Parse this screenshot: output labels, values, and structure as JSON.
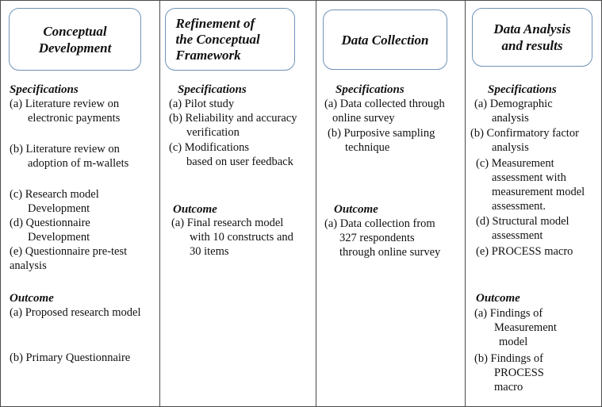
{
  "columns": [
    {
      "title": "Conceptual Development",
      "specifications_heading": "Specifications",
      "specifications": [
        [
          "(a)  Literature review on",
          "electronic payments"
        ],
        [
          "(b) Literature review on",
          "adoption of m-wallets"
        ],
        [
          "(c) Research model",
          "Development"
        ],
        [
          "(d) Questionnaire",
          "Development"
        ],
        [
          "(e) Questionnaire pre-test",
          "analysis"
        ]
      ],
      "outcome_heading": "Outcome",
      "outcome": [
        [
          "(a) Proposed research model"
        ],
        [
          "(b) Primary Questionnaire"
        ]
      ]
    },
    {
      "title_lines": [
        "Refinement of",
        "the Conceptual",
        "Framework"
      ],
      "specifications_heading": "Specifications",
      "specifications": [
        [
          "(a) Pilot study"
        ],
        [
          "(b) Reliability and accuracy",
          "verification"
        ],
        [
          "(c) Modifications",
          "based on user feedback"
        ]
      ],
      "outcome_heading": "Outcome",
      "outcome": [
        [
          "(a) Final research model",
          "with 10 constructs and",
          "30 items"
        ]
      ]
    },
    {
      "title": "Data Collection",
      "specifications_heading": "Specifications",
      "specifications": [
        [
          "(a) Data collected through",
          "online survey"
        ],
        [
          "(b) Purposive sampling",
          "technique"
        ]
      ],
      "outcome_heading": "Outcome",
      "outcome": [
        [
          "(a) Data collection from",
          "327 respondents",
          "through online survey"
        ]
      ]
    },
    {
      "title_lines": [
        "Data Analysis",
        "and results"
      ],
      "specifications_heading": "Specifications",
      "specifications": [
        [
          "(a) Demographic",
          "analysis"
        ],
        [
          "(b) Confirmatory factor",
          "analysis"
        ],
        [
          "(c) Measurement",
          "assessment with",
          "measurement model",
          "assessment."
        ],
        [
          "(d) Structural model",
          "assessment"
        ],
        [
          "(e) PROCESS macro"
        ]
      ],
      "outcome_heading": "Outcome",
      "outcome": [
        [
          "(a) Findings of",
          "Measurement",
          "model"
        ],
        [
          "(b) Findings of",
          "PROCESS",
          "macro"
        ]
      ]
    }
  ],
  "colors": {
    "title_border": "#6f93b9",
    "frame": "#4a4a4a"
  }
}
